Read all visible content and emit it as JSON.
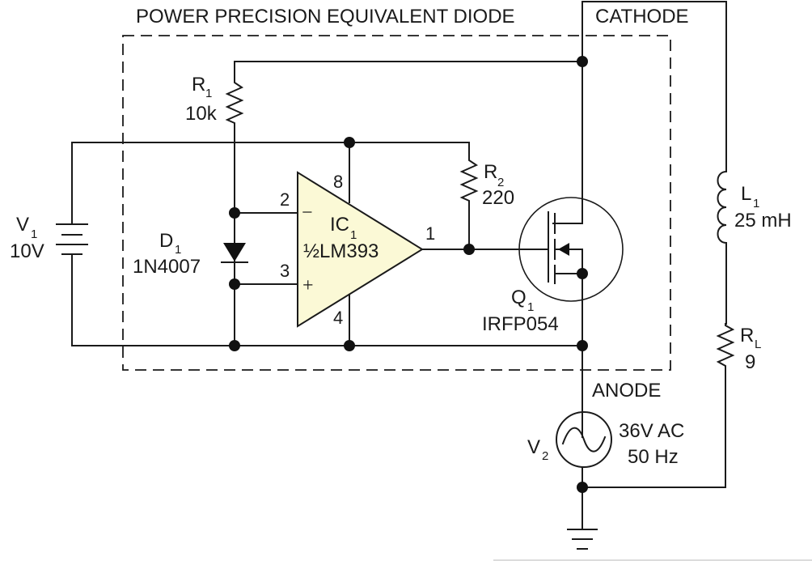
{
  "title": "POWER PRECISION EQUIVALENT DIODE",
  "terminals": {
    "cathode": "CATHODE",
    "anode": "ANODE"
  },
  "components": {
    "r1": {
      "ref": "R",
      "sub": "1",
      "value": "10k"
    },
    "r2": {
      "ref": "R",
      "sub": "2",
      "value": "220"
    },
    "rl": {
      "ref": "R",
      "sub": "L",
      "value": "9"
    },
    "l1": {
      "ref": "L",
      "sub": "1",
      "value": "25 mH"
    },
    "d1": {
      "ref": "D",
      "sub": "1",
      "value": "1N4007"
    },
    "v1": {
      "ref": "V",
      "sub": "1",
      "value": "10V"
    },
    "v2": {
      "ref": "V",
      "sub": "2",
      "value_line1": "36V AC",
      "value_line2": "50 Hz"
    },
    "q1": {
      "ref": "Q",
      "sub": "1",
      "value": "IRFP054"
    },
    "ic1": {
      "ref": "IC",
      "sub": "1",
      "value": "½LM393",
      "pins": {
        "inv": "2",
        "noninv": "3",
        "vcc": "8",
        "gnd": "4",
        "out": "1"
      },
      "inv_sign": "−",
      "noninv_sign": "+",
      "fill_color": "#fbf9d6"
    }
  },
  "colors": {
    "wire": "#1a1a1a",
    "comparator_fill": "#fbf9d6",
    "background": "#ffffff"
  }
}
